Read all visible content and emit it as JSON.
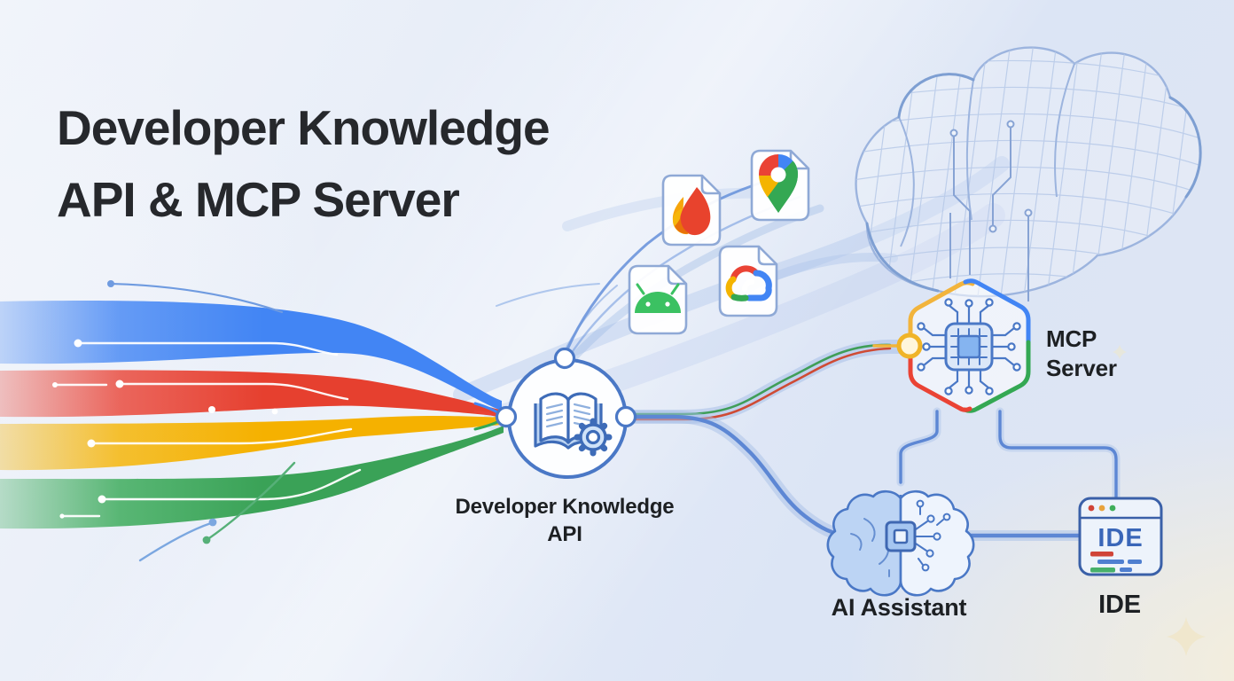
{
  "title": {
    "line1": "Developer Knowledge",
    "line2": "API & MCP Server"
  },
  "nodes": {
    "knowledge_api": {
      "label": "Developer Knowledge API",
      "icon": "open-book-gear-icon"
    },
    "mcp_server": {
      "label": "MCP Server",
      "icon": "chip-circuit-icon"
    },
    "ai_assistant": {
      "label": "AI Assistant",
      "icon": "brain-chip-icon"
    },
    "ide": {
      "label": "IDE",
      "window_text": "IDE",
      "icon": "ide-window-icon"
    },
    "cloud": {
      "icon": "cloud-wireframe-icon"
    }
  },
  "source_docs": [
    {
      "name": "firebase-doc",
      "icon": "firebase-flame-icon"
    },
    {
      "name": "maps-doc",
      "icon": "google-maps-pin-icon"
    },
    {
      "name": "android-doc",
      "icon": "android-robot-icon"
    },
    {
      "name": "google-cloud-doc",
      "icon": "google-cloud-icon"
    }
  ],
  "streams": {
    "colors": [
      "#4285f4",
      "#ea4335",
      "#f6b60b",
      "#34a853"
    ]
  },
  "colors": {
    "google_blue": "#4285f4",
    "google_red": "#ea4335",
    "google_yellow": "#f6b60b",
    "google_green": "#34a853",
    "connector_blue": "#5d87d4",
    "node_stroke": "#4a78c6",
    "wireframe_blue": "#9cb4de",
    "text_dark": "#202124",
    "background_cream": "#f6efda"
  }
}
